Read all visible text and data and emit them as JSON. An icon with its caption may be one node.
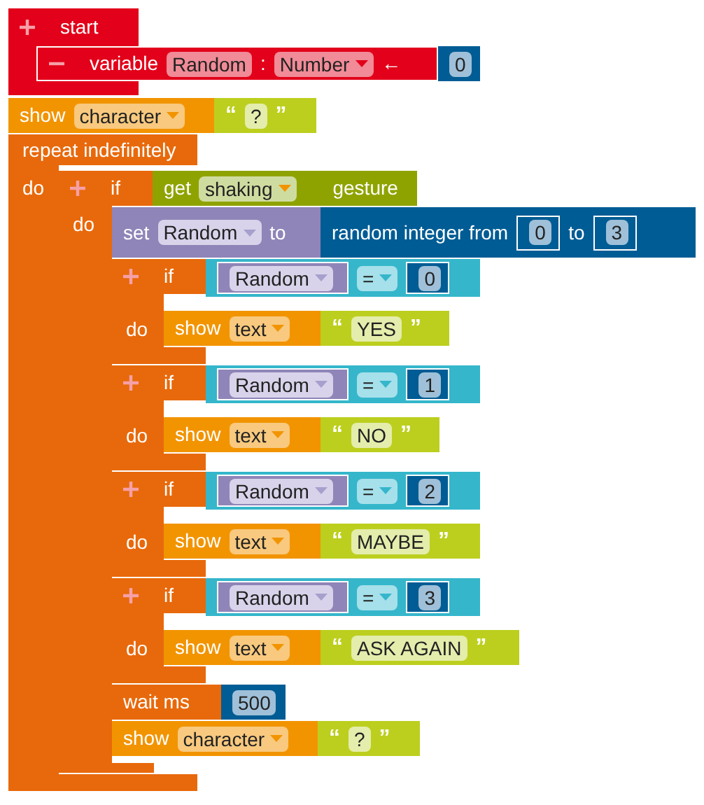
{
  "diagram": {
    "nodes": [
      {
        "text": [
          "start"
        ]
      },
      {
        "text": [
          "variable",
          "Random",
          ":",
          "Number",
          "←"
        ]
      },
      {
        "text": [
          "0"
        ]
      },
      {
        "text": [
          "show",
          "character"
        ]
      },
      {
        "text": [
          "“",
          "?",
          "”"
        ]
      },
      {
        "text": [
          "repeat indefinitely",
          "do"
        ]
      },
      {
        "text": [
          "if",
          "do"
        ],
        "in": 5
      },
      {
        "text": [
          "get",
          "shaking",
          "gesture"
        ]
      },
      {
        "text": [
          "set",
          "Random",
          "to"
        ]
      },
      {
        "text": [
          "random integer from",
          "to"
        ]
      },
      {
        "text": [
          "0"
        ],
        "in": 9
      },
      {
        "text": [
          "3"
        ],
        "in": 9
      },
      {
        "text": [
          "if",
          "do"
        ]
      },
      {
        "text": [
          "="
        ]
      },
      {
        "text": [
          "Random"
        ],
        "in": 13
      },
      {
        "text": [
          "0"
        ],
        "in": 13
      },
      {
        "text": [
          "show",
          "text"
        ]
      },
      {
        "text": [
          "“",
          "YES",
          "”"
        ]
      },
      {
        "text": [
          "if",
          "do"
        ]
      },
      {
        "text": [
          "="
        ]
      },
      {
        "text": [
          "Random"
        ],
        "in": 19
      },
      {
        "text": [
          "1"
        ],
        "in": 19
      },
      {
        "text": [
          "show",
          "text"
        ]
      },
      {
        "text": [
          "“",
          "NO",
          "”"
        ]
      },
      {
        "text": [
          "if",
          "do"
        ]
      },
      {
        "text": [
          "="
        ]
      },
      {
        "text": [
          "Random"
        ],
        "in": 25
      },
      {
        "text": [
          "2"
        ],
        "in": 25
      },
      {
        "text": [
          "show",
          "text"
        ]
      },
      {
        "text": [
          "“",
          "MAYBE",
          "”"
        ]
      },
      {
        "text": [
          "if",
          "do"
        ]
      },
      {
        "text": [
          "="
        ]
      },
      {
        "text": [
          "Random"
        ],
        "in": 31
      },
      {
        "text": [
          "3"
        ],
        "in": 31
      },
      {
        "text": [
          "show",
          "text"
        ]
      },
      {
        "text": [
          "“",
          "ASK AGAIN",
          "”"
        ]
      },
      {
        "text": [
          "wait ms"
        ]
      },
      {
        "text": [
          "500"
        ]
      },
      {
        "text": [
          "show",
          "character"
        ]
      },
      {
        "text": [
          "“",
          "?",
          "”"
        ]
      }
    ]
  }
}
